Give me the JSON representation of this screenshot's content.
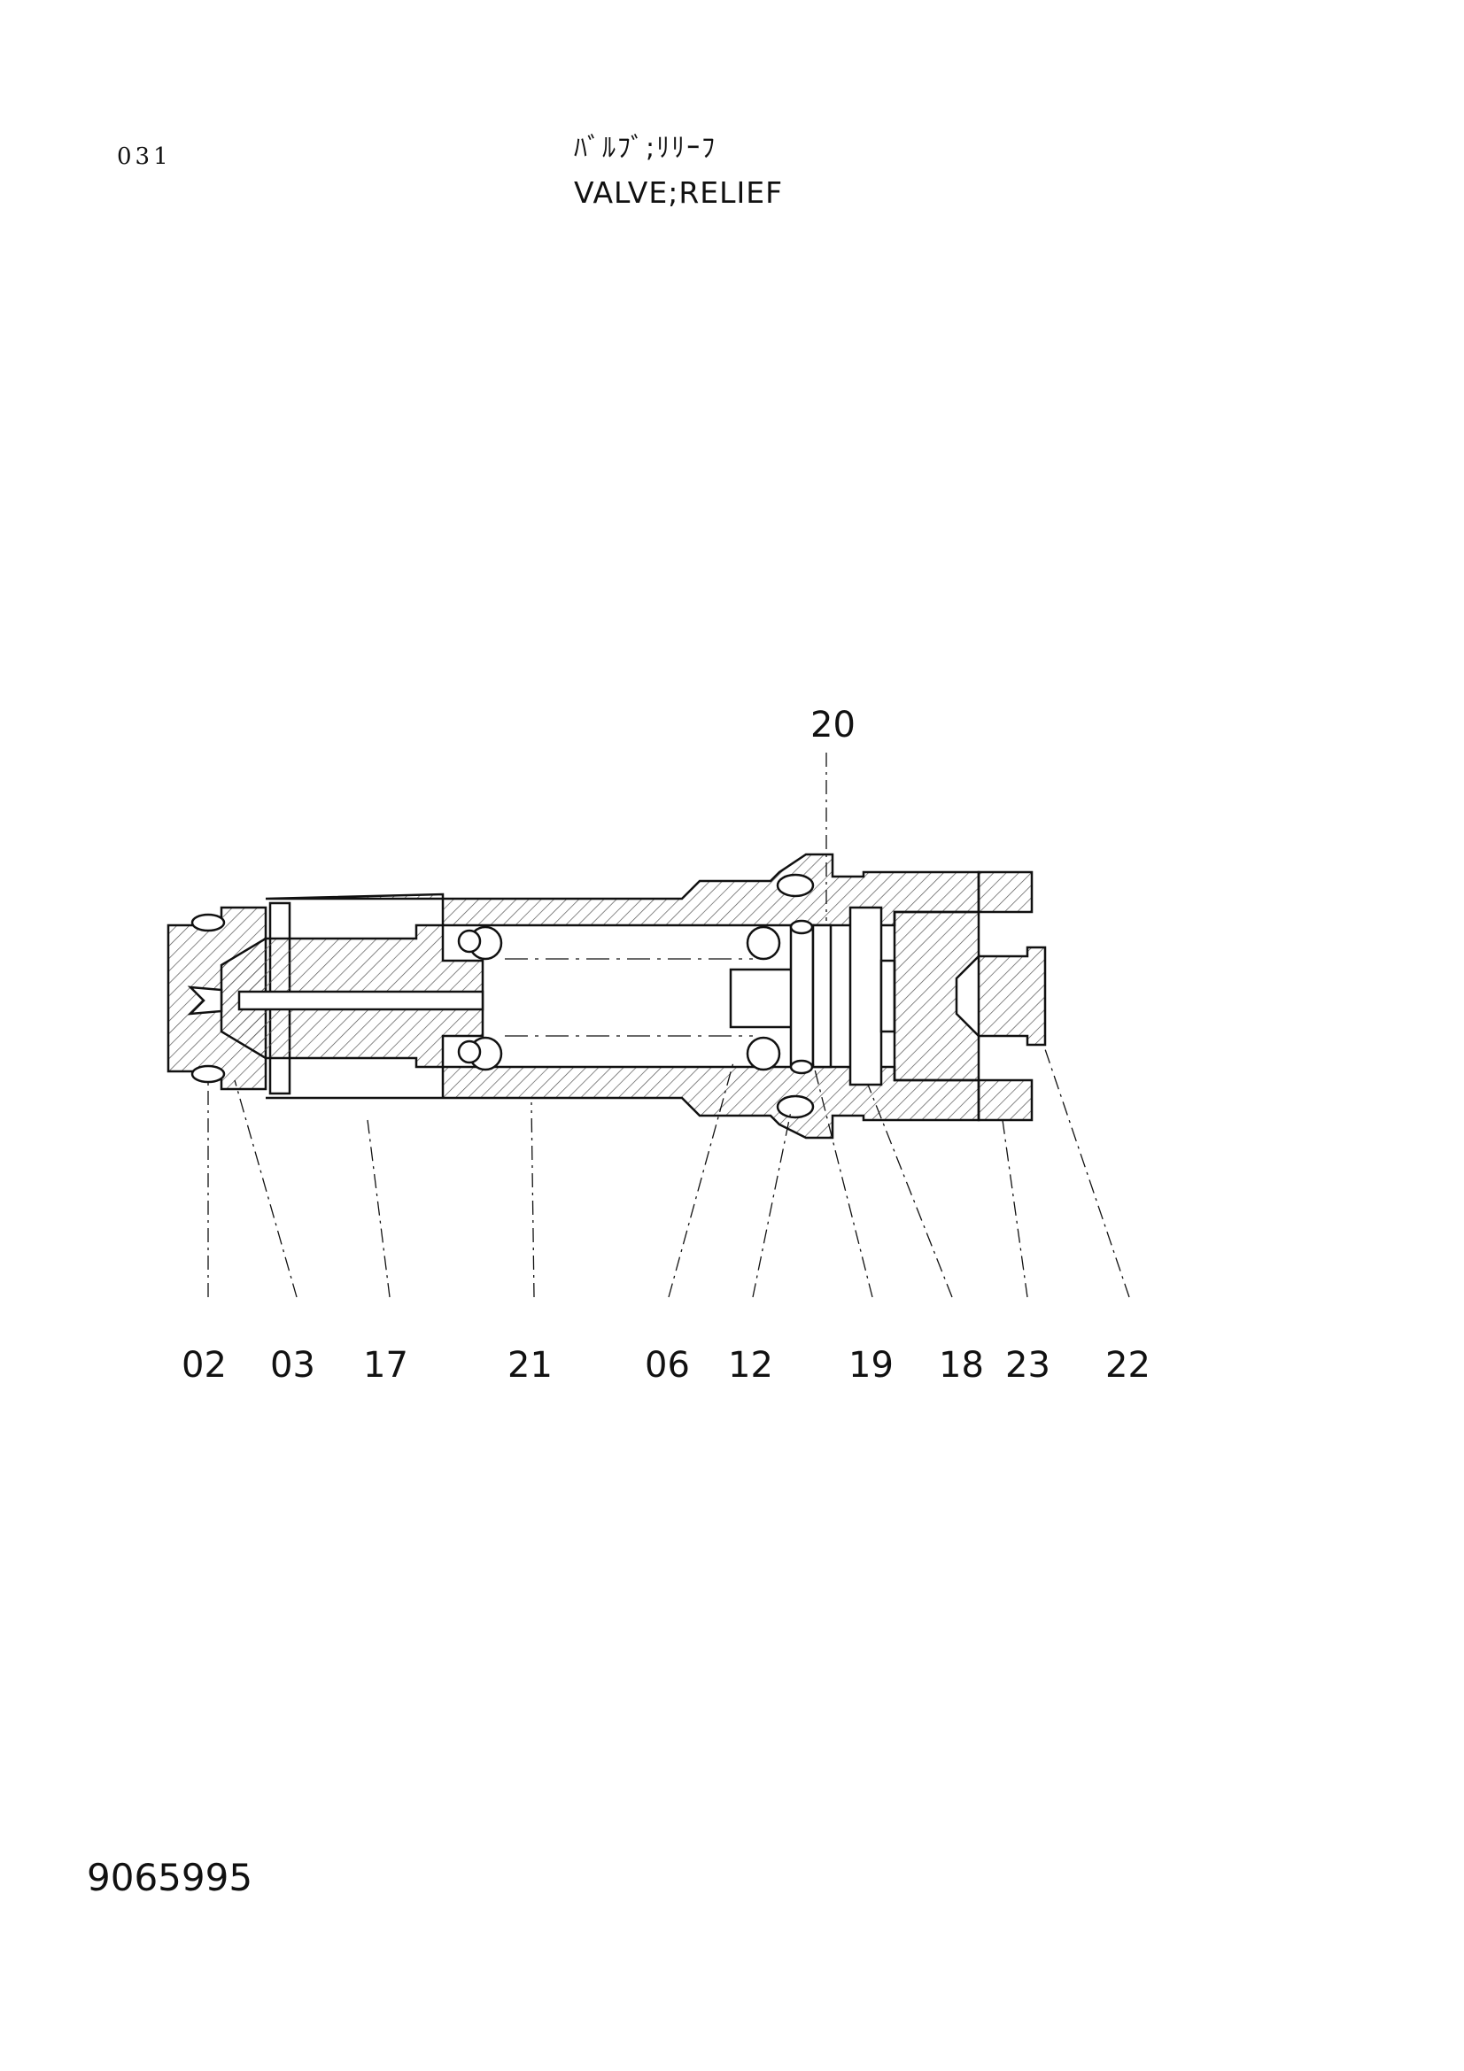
{
  "header": {
    "page_number": "031",
    "title_jp": "ﾊﾞﾙﾌﾞ;ﾘﾘｰﾌ",
    "title_en": "VALVE;RELIEF"
  },
  "footer": {
    "drawing_number": "9065995"
  },
  "callouts": [
    {
      "id": "c20",
      "label": "20"
    },
    {
      "id": "c02",
      "label": "02"
    },
    {
      "id": "c03",
      "label": "03"
    },
    {
      "id": "c17",
      "label": "17"
    },
    {
      "id": "c21",
      "label": "21"
    },
    {
      "id": "c06",
      "label": "06"
    },
    {
      "id": "c12",
      "label": "12"
    },
    {
      "id": "c19",
      "label": "19"
    },
    {
      "id": "c18",
      "label": "18"
    },
    {
      "id": "c23",
      "label": "23"
    },
    {
      "id": "c22",
      "label": "22"
    }
  ],
  "colors": {
    "line": "#111111",
    "hatch": "#555555"
  }
}
